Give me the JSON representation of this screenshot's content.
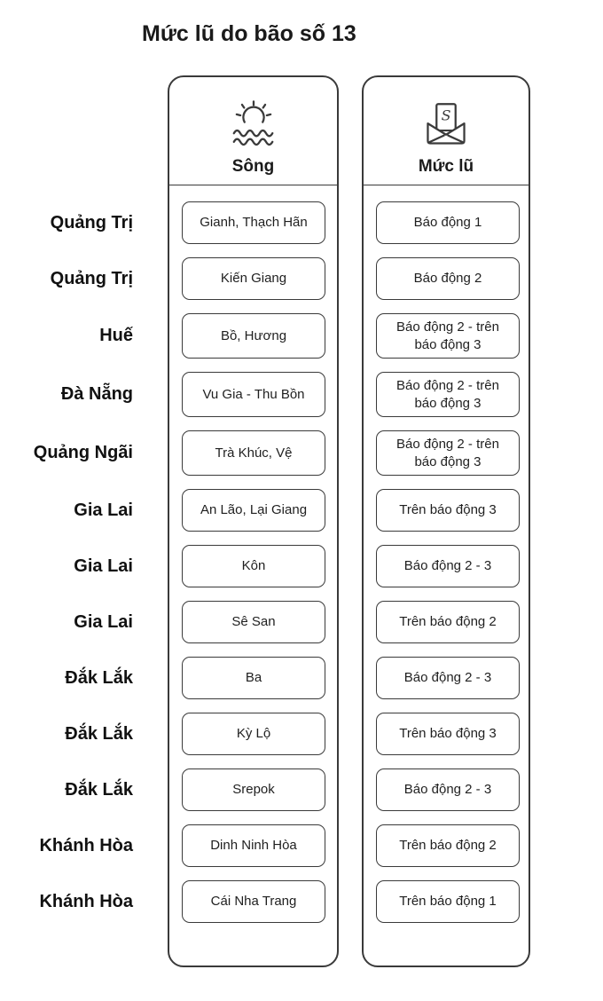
{
  "title": "Mức lũ do bão số 13",
  "header": {
    "river": {
      "label": "Sông",
      "icon": "sun-over-waves-icon"
    },
    "level": {
      "label": "Mức lũ",
      "icon": "envelope-letter-icon"
    }
  },
  "colors": {
    "background": "#ffffff",
    "border": "#3a3a3a",
    "text": "#1a1a1a"
  },
  "chart_data": {
    "type": "table",
    "title": "Mức lũ do bão số 13",
    "columns": [
      "",
      "Sông",
      "Mức lũ"
    ],
    "rows": [
      {
        "province": "Quảng Trị",
        "river": "Gianh, Thạch Hãn",
        "level": "Báo động 1"
      },
      {
        "province": "Quảng Trị",
        "river": "Kiến Giang",
        "level": "Báo động 2"
      },
      {
        "province": "Huế",
        "river": "Bồ, Hương",
        "level": "Báo động 2 - trên báo động 3"
      },
      {
        "province": "Đà Nẵng",
        "river": "Vu Gia - Thu Bồn",
        "level": "Báo động 2 - trên báo động 3"
      },
      {
        "province": "Quảng Ngãi",
        "river": "Trà Khúc, Vệ",
        "level": "Báo động 2 - trên báo động 3"
      },
      {
        "province": "Gia Lai",
        "river": "An Lão, Lại Giang",
        "level": "Trên báo động 3"
      },
      {
        "province": "Gia Lai",
        "river": "Kôn",
        "level": "Báo động 2 - 3"
      },
      {
        "province": "Gia Lai",
        "river": "Sê San",
        "level": "Trên báo động 2"
      },
      {
        "province": "Đắk Lắk",
        "river": "Ba",
        "level": "Báo động 2 - 3"
      },
      {
        "province": "Đắk Lắk",
        "river": "Kỳ Lộ",
        "level": "Trên báo động 3"
      },
      {
        "province": "Đắk Lắk",
        "river": "Srepok",
        "level": "Báo động 2 - 3"
      },
      {
        "province": "Khánh Hòa",
        "river": "Dinh Ninh Hòa",
        "level": "Trên báo động 2"
      },
      {
        "province": "Khánh Hòa",
        "river": "Cái Nha Trang",
        "level": "Trên báo động 1"
      }
    ]
  }
}
